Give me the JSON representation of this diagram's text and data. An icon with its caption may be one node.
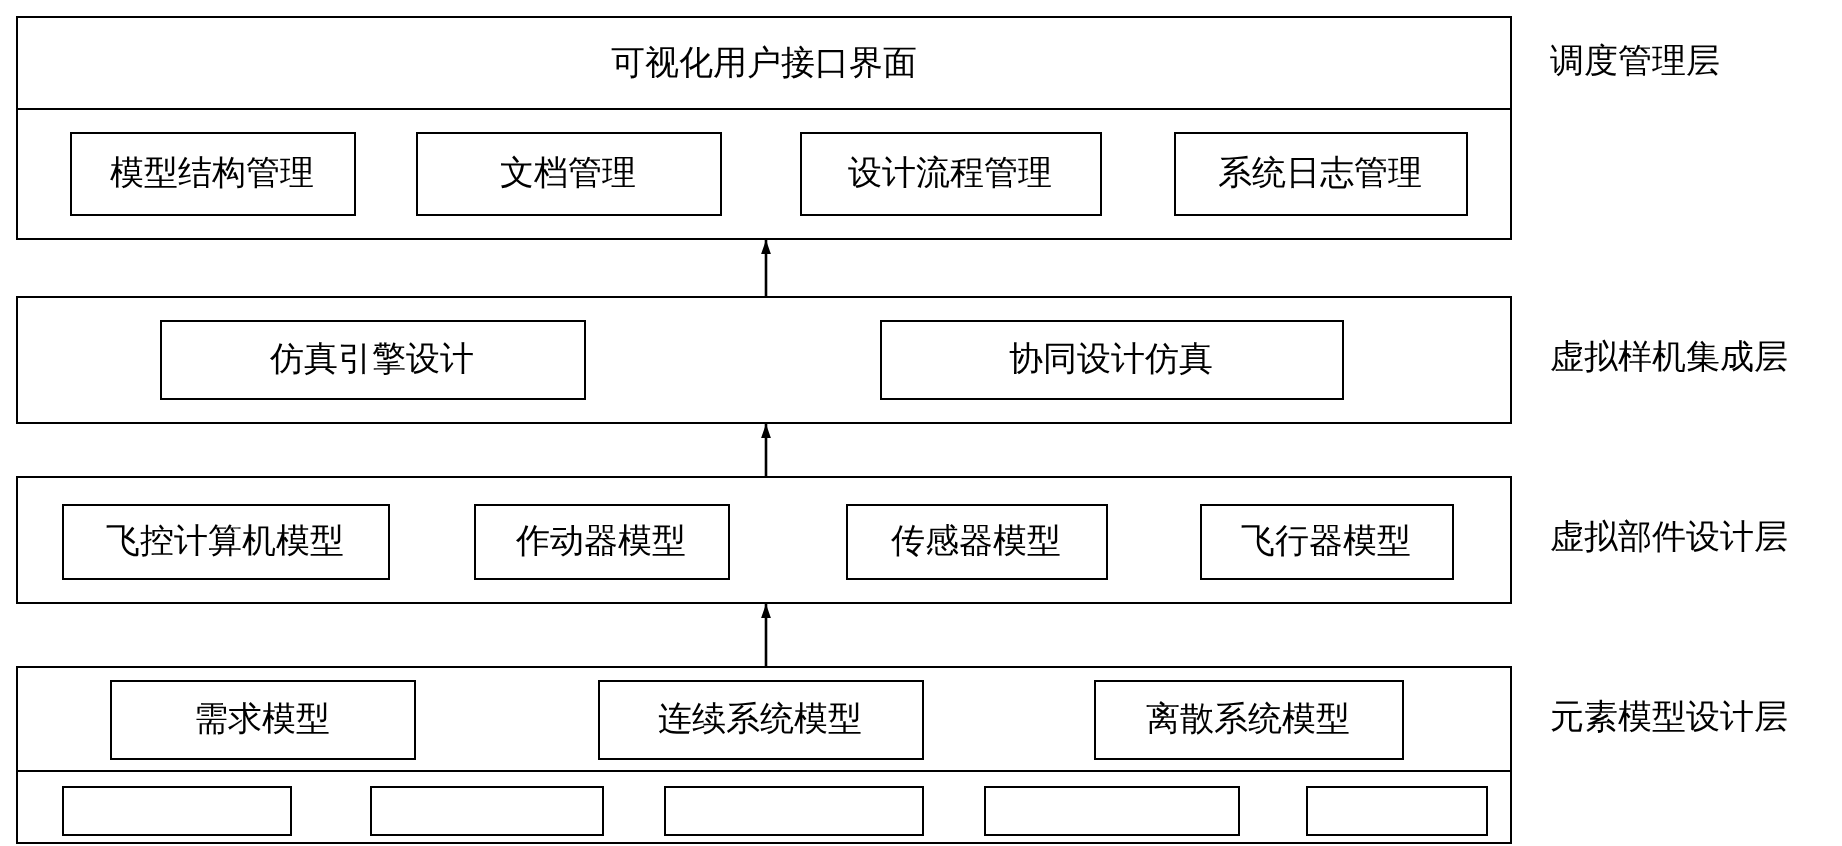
{
  "diagram": {
    "nodes": [
      {
        "text": [
          "可视化用户接口界面"
        ],
        "beside": [
          "调度管理层"
        ]
      },
      {
        "text": [
          "模型结构管理"
        ],
        "in": 0
      },
      {
        "text": [
          "文档管理"
        ],
        "in": 0
      },
      {
        "text": [
          "设计流程管理"
        ],
        "in": 0
      },
      {
        "text": [
          "系统日志管理"
        ],
        "in": 0
      },
      {
        "text": [],
        "shape": "box",
        "beside": [
          "虚拟样机集成层"
        ]
      },
      {
        "text": [
          "仿真引擎设计"
        ],
        "in": 5
      },
      {
        "text": [
          "协同设计仿真"
        ],
        "in": 5
      },
      {
        "text": [],
        "shape": "box",
        "beside": [
          "虚拟部件设计层"
        ]
      },
      {
        "text": [
          "飞控计算机模型"
        ],
        "in": 8
      },
      {
        "text": [
          "作动器模型"
        ],
        "in": 8
      },
      {
        "text": [
          "传感器模型"
        ],
        "in": 8
      },
      {
        "text": [
          "飞行器模型"
        ],
        "in": 8
      },
      {
        "text": [],
        "shape": "box",
        "beside": [
          "元素模型设计层"
        ]
      },
      {
        "text": [
          "需求模型"
        ],
        "in": 13
      },
      {
        "text": [
          "连续系统模型"
        ],
        "in": 13
      },
      {
        "text": [
          "离散系统模型"
        ],
        "in": 13
      },
      {
        "text": [],
        "shape": "box",
        "in": 13
      },
      {
        "text": [],
        "shape": "box",
        "in": 13
      },
      {
        "text": [],
        "shape": "box",
        "in": 13
      },
      {
        "text": [],
        "shape": "box",
        "in": 13
      },
      {
        "text": [],
        "shape": "box",
        "in": 13
      }
    ],
    "edges": [
      {
        "from": 13,
        "to": 8,
        "arrow": "to"
      },
      {
        "from": 8,
        "to": 5,
        "arrow": "to"
      },
      {
        "from": 5,
        "to": 0,
        "arrow": "to"
      }
    ]
  }
}
